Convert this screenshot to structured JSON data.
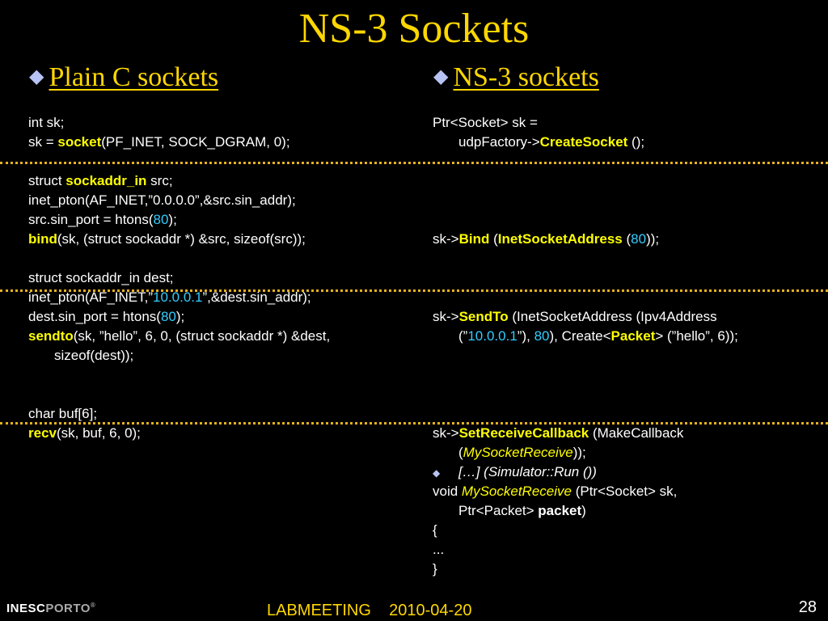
{
  "slide": {
    "title": "NS-3 Sockets",
    "left_heading": "Plain C sockets",
    "right_heading": "NS-3 sockets",
    "bullet_glyph": "◆",
    "footer_text": "LABMEETING    2010-04-20",
    "page_number": "28",
    "logo_text_a": "INESC",
    "logo_text_b": "PORTO",
    "logo_mark": "®"
  },
  "colors": {
    "background": "#000000",
    "title": "#ffd700",
    "keyword": "#ffff00",
    "number": "#33ccff",
    "separator": "#e6b020",
    "bullet": "#b7c3f5"
  },
  "left_code": {
    "l1": "int sk;",
    "l2a": "sk = ",
    "l2b": "socket",
    "l2c": "(PF_INET, SOCK_DGRAM, 0);",
    "l4a": "struct ",
    "l4b": "sockaddr_in",
    "l4c": " src;",
    "l5": "inet_pton(AF_INET,”0.0.0.0”,&src.sin_addr);",
    "l6a": "src.sin_port = htons(",
    "l6b": "80",
    "l6c": ");",
    "l7a": "bind",
    "l7b": "(sk, (struct sockaddr *) &src, sizeof(src));",
    "l9": "struct sockaddr_in dest;",
    "l10a": "inet_pton(AF_INET,”",
    "l10b": "10.0.0.1",
    "l10c": "”,&dest.sin_addr);",
    "l11a": "dest.sin_port = htons(",
    "l11b": "80",
    "l11c": ");",
    "l12a": "sendto",
    "l12b": "(sk, ”hello”, 6, 0, (struct sockaddr *) &dest,",
    "l13": "sizeof(dest));",
    "l16": "char buf[6];",
    "l17a": "recv",
    "l17b": "(sk, buf, 6, 0);"
  },
  "right_code": {
    "r1": "Ptr<Socket> sk =",
    "r2a": "udpFactory->",
    "r2b": "CreateSocket",
    "r2c": " ();",
    "r7a": "sk->",
    "r7b": "Bind",
    "r7c": " (",
    "r7d": "InetSocketAddress",
    "r7e": " (",
    "r7f": "80",
    "r7g": "));",
    "r11a": "sk->",
    "r11b": "SendTo",
    "r11c": " (InetSocketAddress (Ipv4Address",
    "r12a": "(”",
    "r12b": "10.0.0.1",
    "r12c": "”), ",
    "r12d": "80",
    "r12e": "), Create<",
    "r12f": "Packet",
    "r12g": "> (”hello”, 6));",
    "r17a": "sk->",
    "r17b": "SetReceiveCallback",
    "r17c": " (MakeCallback",
    "r18a": "(",
    "r18b": "MySocketReceive",
    "r18c": "));",
    "r19": "[…] (Simulator::Run ())",
    "r20a": "void ",
    "r20b": "MySocketReceive",
    "r20c": " (Ptr<Socket> sk,",
    "r21a": "Ptr<Packet> ",
    "r21b": "packet",
    "r21c": ")",
    "r22": "{",
    "r23": "...",
    "r24": "}"
  }
}
